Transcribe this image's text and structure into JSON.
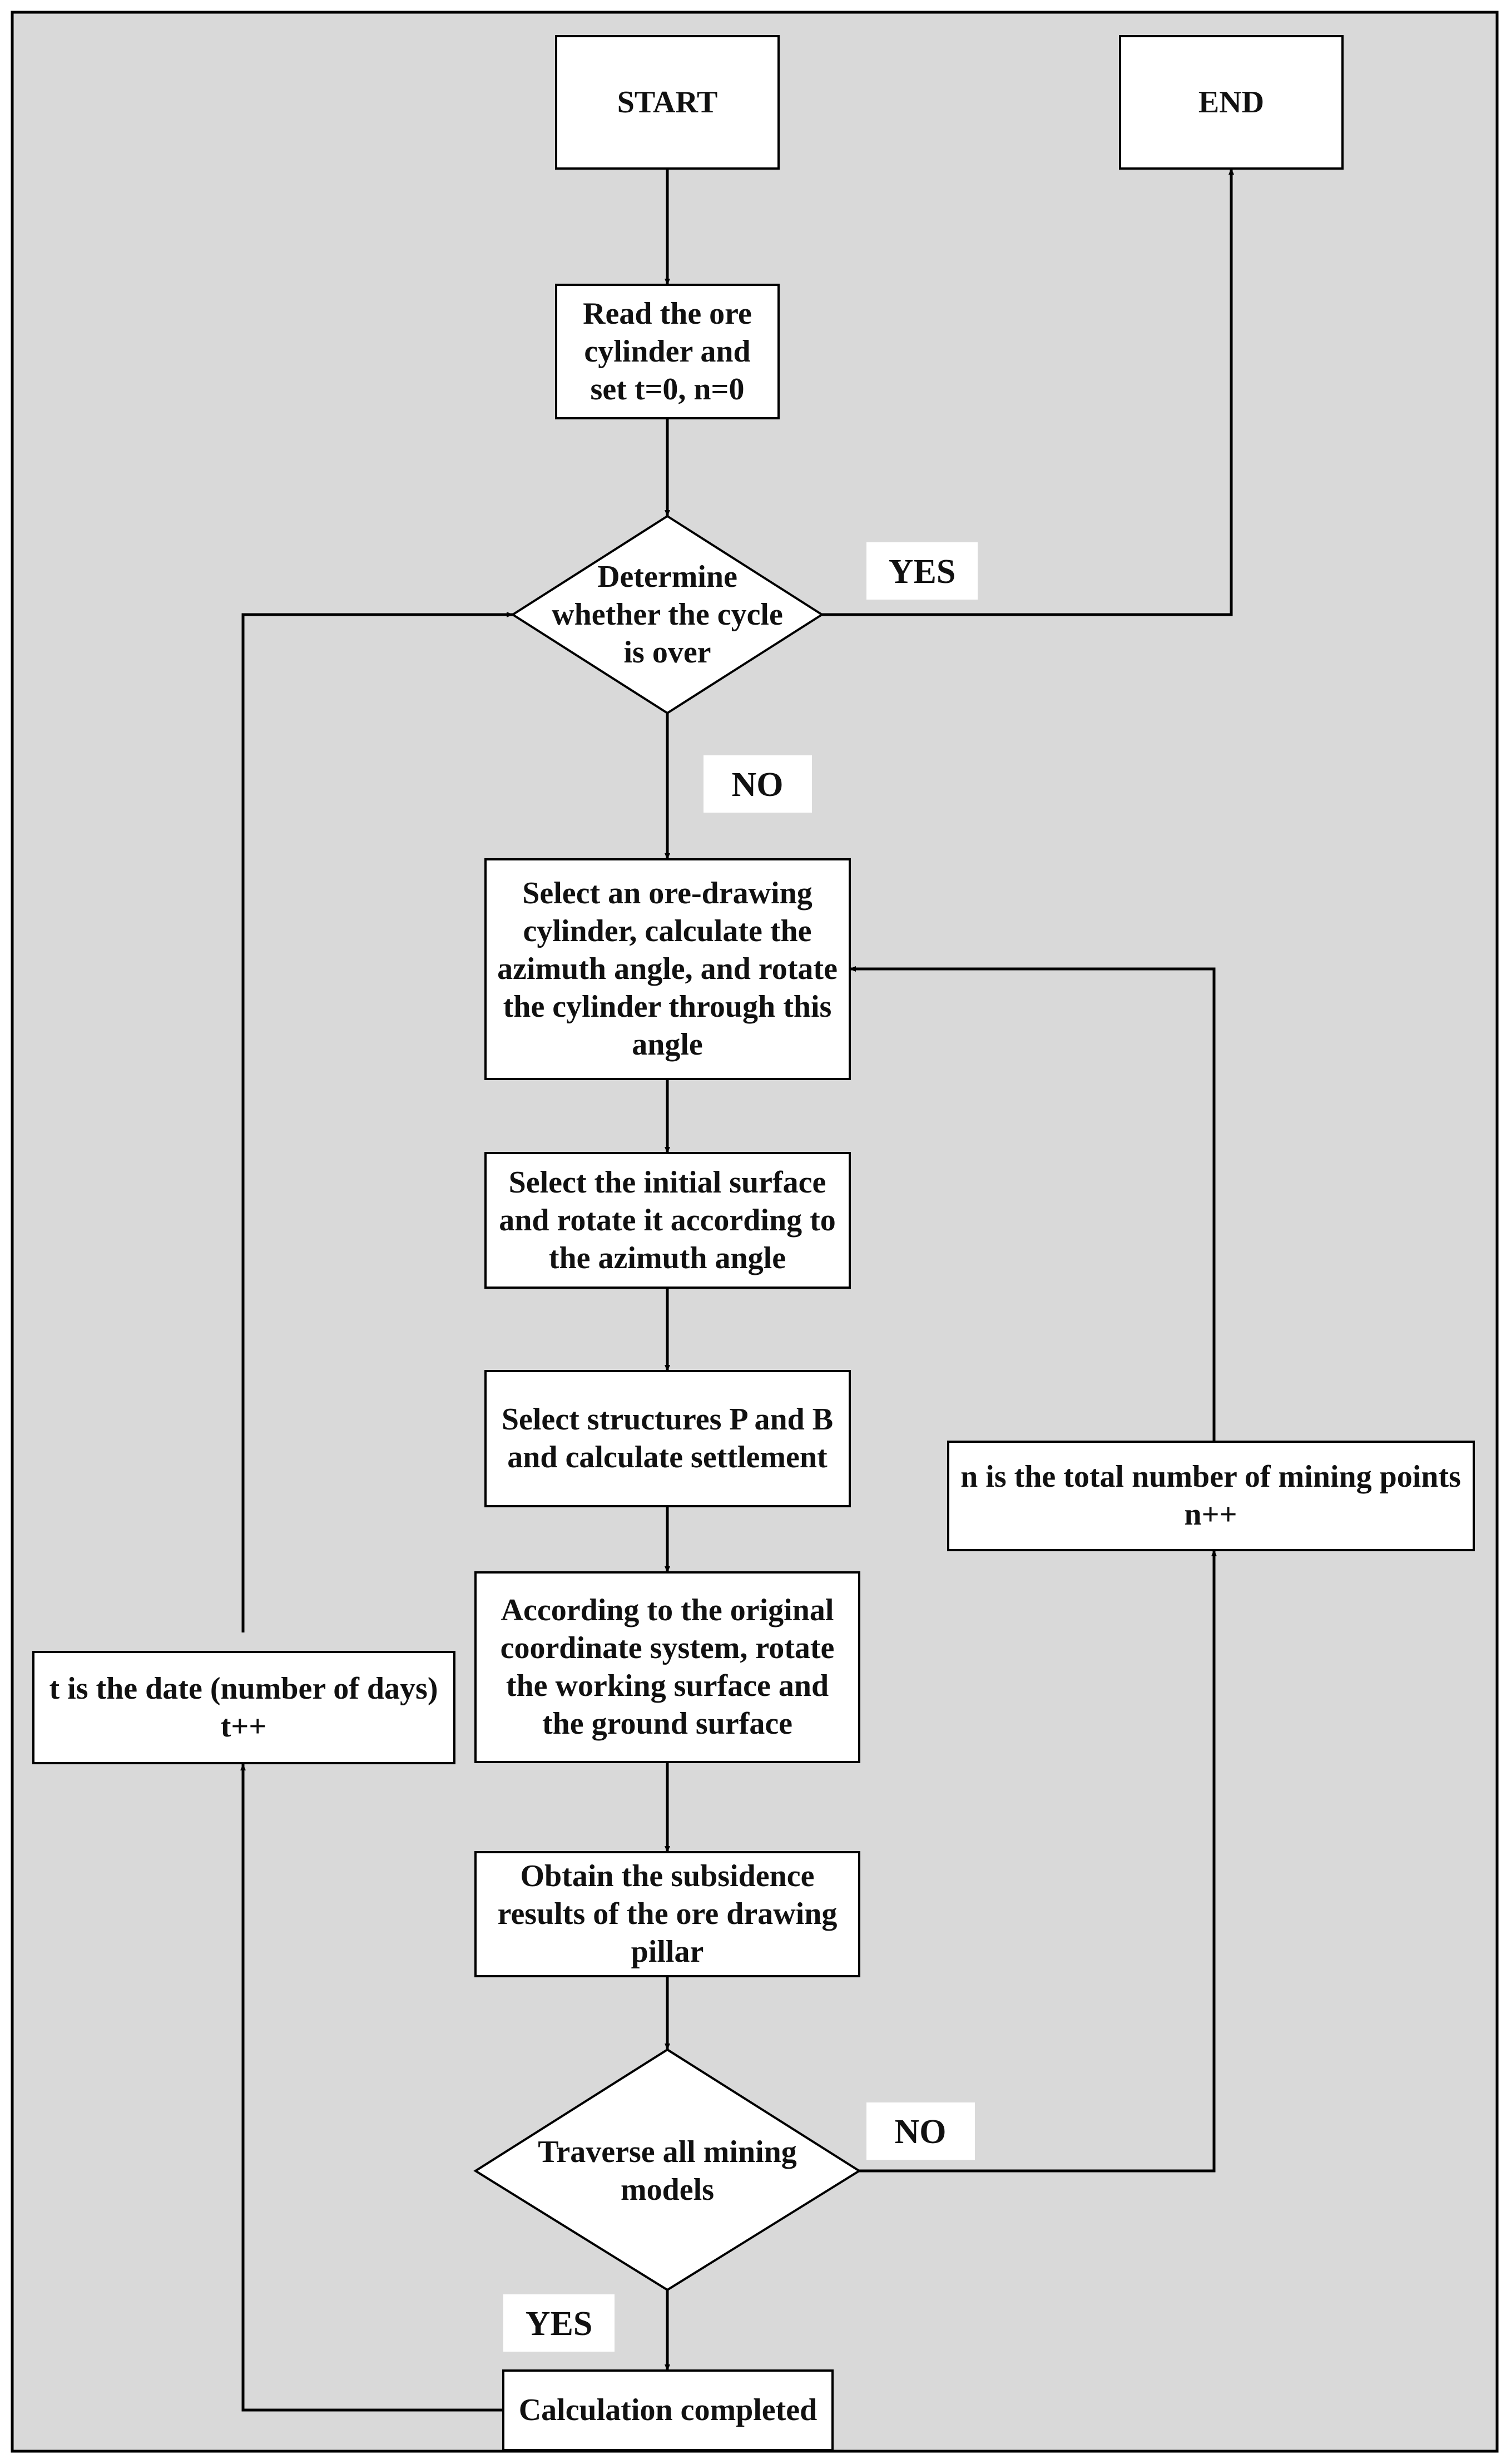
{
  "colors": {
    "background": "#d9d9d9",
    "box_fill": "#ffffff",
    "stroke": "#000000",
    "text": "#111111"
  },
  "nodes": {
    "start": {
      "lines": [
        "START"
      ]
    },
    "end": {
      "lines": [
        "END"
      ]
    },
    "read": {
      "lines": [
        "Read the ore",
        "cylinder and",
        "set t=0, n=0"
      ]
    },
    "determine": {
      "lines": [
        "Determine",
        "whether the cycle",
        "is over"
      ]
    },
    "select_cylinder": {
      "lines": [
        "Select an ore-drawing",
        "cylinder, calculate the",
        "azimuth angle, and rotate",
        "the cylinder through this",
        "angle"
      ]
    },
    "select_surface": {
      "lines": [
        "Select the initial surface",
        "and rotate it according to",
        "the azimuth angle"
      ]
    },
    "select_structures": {
      "lines": [
        "Select structures P and B",
        "and calculate settlement"
      ]
    },
    "rotate_surfaces": {
      "lines": [
        "According to the original",
        "coordinate system, rotate",
        "the working surface and",
        "the ground surface"
      ]
    },
    "obtain": {
      "lines": [
        "Obtain the subsidence",
        "results of the ore drawing",
        "pillar"
      ]
    },
    "traverse": {
      "lines": [
        "Traverse all mining",
        "models"
      ]
    },
    "completed": {
      "lines": [
        "Calculation completed"
      ]
    },
    "t_box": {
      "lines": [
        "t is the date (number of days)",
        "t++"
      ]
    },
    "n_box": {
      "lines": [
        "n is the total number of mining points",
        "n++"
      ]
    }
  },
  "edge_labels": {
    "yes_top": "YES",
    "no_top": "NO",
    "no_bottom": "NO",
    "yes_bottom": "YES"
  }
}
